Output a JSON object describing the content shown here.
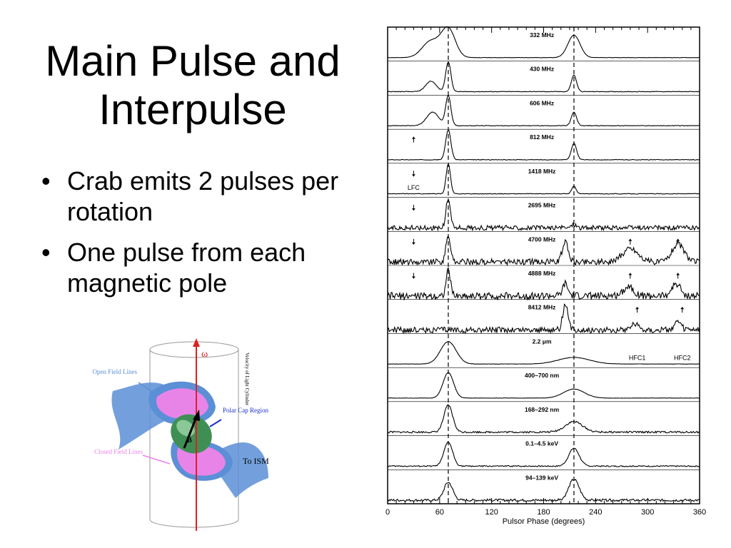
{
  "slide": {
    "title_line1": "Main Pulse and",
    "title_line2": "Interpulse",
    "bullets": [
      "Crab emits 2 pulses per rotation",
      "One pulse from each magnetic pole"
    ],
    "bullet_glyph": "•"
  },
  "diagram": {
    "omega_label": "ω",
    "b_label": "B",
    "open_field_lines": "Open Field Lines",
    "closed_field_lines": "Closed Field Lines",
    "polar_cap": "Polar Cap Region",
    "to_ism": "To ISM",
    "light_cylinder": "Velocity of Light Cylinder",
    "colors": {
      "field_blue": "#5b8fd6",
      "closed_pink": "#e884e8",
      "star_green": "#3f8f55",
      "axis_red": "#e02020"
    }
  },
  "chart_data": {
    "type": "line",
    "title": "",
    "xlabel": "Pulsor Phase (degrees)",
    "ylabel": "",
    "xlim": [
      0,
      360
    ],
    "xticks": [
      0,
      60,
      120,
      180,
      240,
      300,
      360
    ],
    "main_pulse_phase": 70,
    "interpulse_phase": 215,
    "grid": false,
    "series": [
      {
        "name": "332 MHz",
        "peaks": [
          [
            50,
            0.55,
            10
          ],
          [
            70,
            0.95,
            8
          ],
          [
            215,
            0.75,
            7
          ]
        ],
        "noise": 0.005
      },
      {
        "name": "430 MHz",
        "peaks": [
          [
            50,
            0.35,
            6
          ],
          [
            70,
            1.0,
            3
          ],
          [
            215,
            0.55,
            3
          ]
        ],
        "noise": 0.01
      },
      {
        "name": "606 MHz",
        "peaks": [
          [
            52,
            0.45,
            7
          ],
          [
            70,
            1.0,
            3
          ],
          [
            215,
            0.45,
            3
          ]
        ],
        "noise": 0.01
      },
      {
        "name": "812 MHz",
        "peaks": [
          [
            70,
            1.0,
            3
          ],
          [
            215,
            0.55,
            3
          ]
        ],
        "noise": 0.01
      },
      {
        "name": "1418 MHz",
        "peaks": [
          [
            70,
            1.0,
            2.5
          ],
          [
            215,
            0.25,
            2.5
          ]
        ],
        "noise": 0.01
      },
      {
        "name": "2695 MHz",
        "peaks": [
          [
            70,
            1.0,
            2.5
          ],
          [
            215,
            0.12,
            3
          ]
        ],
        "noise": 0.08
      },
      {
        "name": "4700 MHz",
        "peaks": [
          [
            70,
            0.9,
            2.5
          ],
          [
            205,
            0.65,
            3.5
          ],
          [
            280,
            0.45,
            9
          ],
          [
            335,
            0.6,
            7
          ]
        ],
        "noise": 0.1
      },
      {
        "name": "4888 MHz",
        "peaks": [
          [
            70,
            0.85,
            2.5
          ],
          [
            205,
            0.4,
            3
          ],
          [
            278,
            0.32,
            6
          ],
          [
            333,
            0.4,
            5
          ]
        ],
        "noise": 0.12
      },
      {
        "name": "8412 MHz",
        "peaks": [
          [
            205,
            0.85,
            3
          ],
          [
            285,
            0.2,
            5
          ],
          [
            335,
            0.25,
            4
          ]
        ],
        "noise": 0.1
      },
      {
        "name": "2.2 μm",
        "peaks": [
          [
            70,
            0.75,
            9
          ],
          [
            215,
            0.22,
            18
          ]
        ],
        "noise": 0.005
      },
      {
        "name": "400–700 nm",
        "peaks": [
          [
            70,
            0.85,
            6
          ],
          [
            215,
            0.3,
            12
          ]
        ],
        "noise": 0.005
      },
      {
        "name": "168–292 nm",
        "peaks": [
          [
            70,
            0.9,
            5
          ],
          [
            215,
            0.35,
            10
          ]
        ],
        "noise": 0.03
      },
      {
        "name": "0.1–4.5 keV",
        "peaks": [
          [
            70,
            0.8,
            5
          ],
          [
            215,
            0.6,
            6
          ]
        ],
        "noise": 0.02
      },
      {
        "name": "94–139 keV",
        "peaks": [
          [
            70,
            0.6,
            5
          ],
          [
            215,
            0.7,
            6
          ]
        ],
        "noise": 0.04
      }
    ],
    "annotations": [
      {
        "text": "LFC",
        "phase": 30,
        "band_index": 4
      },
      {
        "text": "HFC1",
        "phase": 288,
        "band_index": 9
      },
      {
        "text": "HFC2",
        "phase": 340,
        "band_index": 9
      }
    ],
    "arrows": [
      {
        "phase": 30,
        "band_index": 3,
        "dir": "up"
      },
      {
        "phase": 30,
        "band_index": 4,
        "dir": "down"
      },
      {
        "phase": 30,
        "band_index": 5,
        "dir": "down"
      },
      {
        "phase": 30,
        "band_index": 6,
        "dir": "down"
      },
      {
        "phase": 30,
        "band_index": 7,
        "dir": "down"
      },
      {
        "phase": 280,
        "band_index": 6,
        "dir": "up"
      },
      {
        "phase": 335,
        "band_index": 6,
        "dir": "up"
      },
      {
        "phase": 280,
        "band_index": 7,
        "dir": "up"
      },
      {
        "phase": 335,
        "band_index": 7,
        "dir": "up"
      },
      {
        "phase": 288,
        "band_index": 8,
        "dir": "up"
      },
      {
        "phase": 340,
        "band_index": 8,
        "dir": "up"
      }
    ]
  }
}
